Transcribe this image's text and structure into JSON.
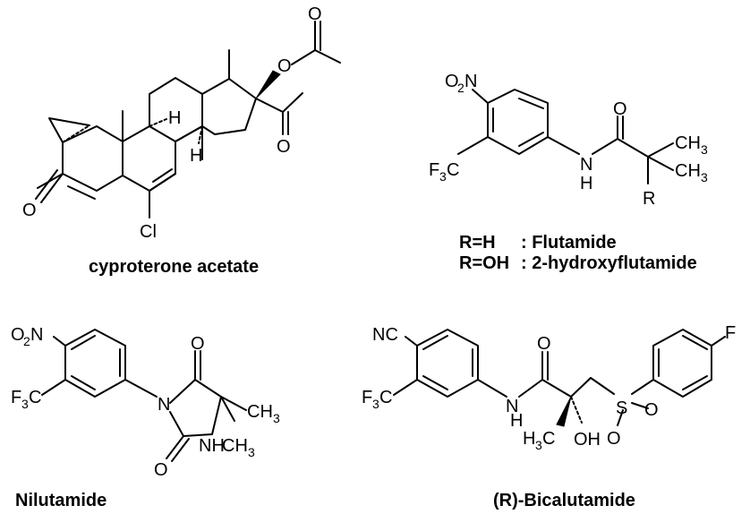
{
  "compounds": [
    {
      "name": "cyproterone acetate",
      "atoms": {
        "o_ketone": "O",
        "cl": "Cl",
        "h1": "H",
        "h2": "H",
        "o_ester": "O",
        "o_acyl": "O",
        "o_ketone2": "O"
      }
    },
    {
      "name": "Flutamide",
      "atoms": {
        "o2n": "O",
        "o2n_sub": "2",
        "o2n_n": "N",
        "f3c": "F",
        "f3c_sub": "3",
        "f3c_c": "C",
        "nh_n": "N",
        "nh_h": "H",
        "o": "O",
        "ch3a": "CH",
        "ch3a_sub": "3",
        "ch3b": "CH",
        "ch3b_sub": "3",
        "r": "R"
      },
      "legend": {
        "line1_left": "R=H",
        "line1_right": ": Flutamide",
        "line2_left": "R=OH",
        "line2_right": ": 2-hydroxyflutamide"
      }
    },
    {
      "name": "Nilutamide",
      "atoms": {
        "o2n": "O",
        "o2n_sub": "2",
        "o2n_n": "N",
        "f3c": "F",
        "f3c_sub": "3",
        "f3c_c": "C",
        "n": "N",
        "o_top": "O",
        "o_bot": "O",
        "nh": "NH",
        "ch3a": "CH",
        "ch3a_sub": "3",
        "ch3b": "CH",
        "ch3b_sub": "3"
      }
    },
    {
      "name": "(R)-Bicalutamide",
      "atoms": {
        "nc": "NC",
        "f3c": "F",
        "f3c_sub": "3",
        "f3c_c": "C",
        "nh_n": "N",
        "nh_h": "H",
        "o": "O",
        "h3c_h": "H",
        "h3c_sub": "3",
        "h3c_c": "C",
        "oh": "OH",
        "s": "S",
        "o1": "O",
        "o2": "O",
        "f": "F"
      }
    }
  ]
}
